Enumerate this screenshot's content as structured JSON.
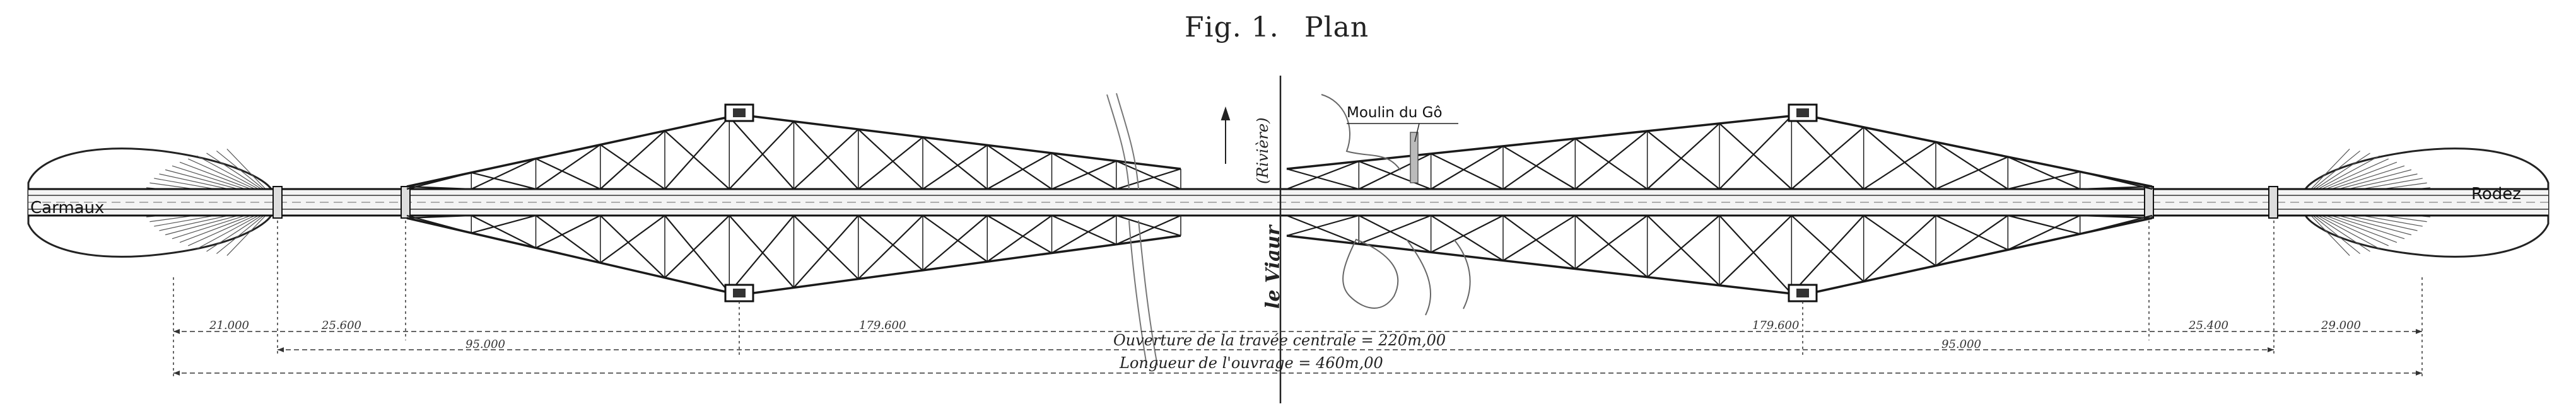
{
  "figure": {
    "fig_number": "Fig. 1.",
    "title": "Plan"
  },
  "places": {
    "left_town": "Carmaux",
    "right_town": "Rodez",
    "mill": "Moulin du Gô",
    "river": "le Viaur",
    "river_note": "(Rivière)"
  },
  "dimensions": {
    "span_left_end": "21.000",
    "span_left_approach": "25.600",
    "span_left_main": "179.600",
    "span_right_main": "179.600",
    "span_right_approach": "25.400",
    "span_right_end": "29.000",
    "cantilever_left": "95.000",
    "cantilever_right": "95.000",
    "central_opening": "Ouverture de la travée centrale = 220m,00",
    "total_length": "Longueur de l'ouvrage = 460m,00"
  },
  "colors": {
    "ink": "#1a1a1a",
    "paper": "#ffffff",
    "deck": "#f2f2f2",
    "hatch": "#444444"
  }
}
